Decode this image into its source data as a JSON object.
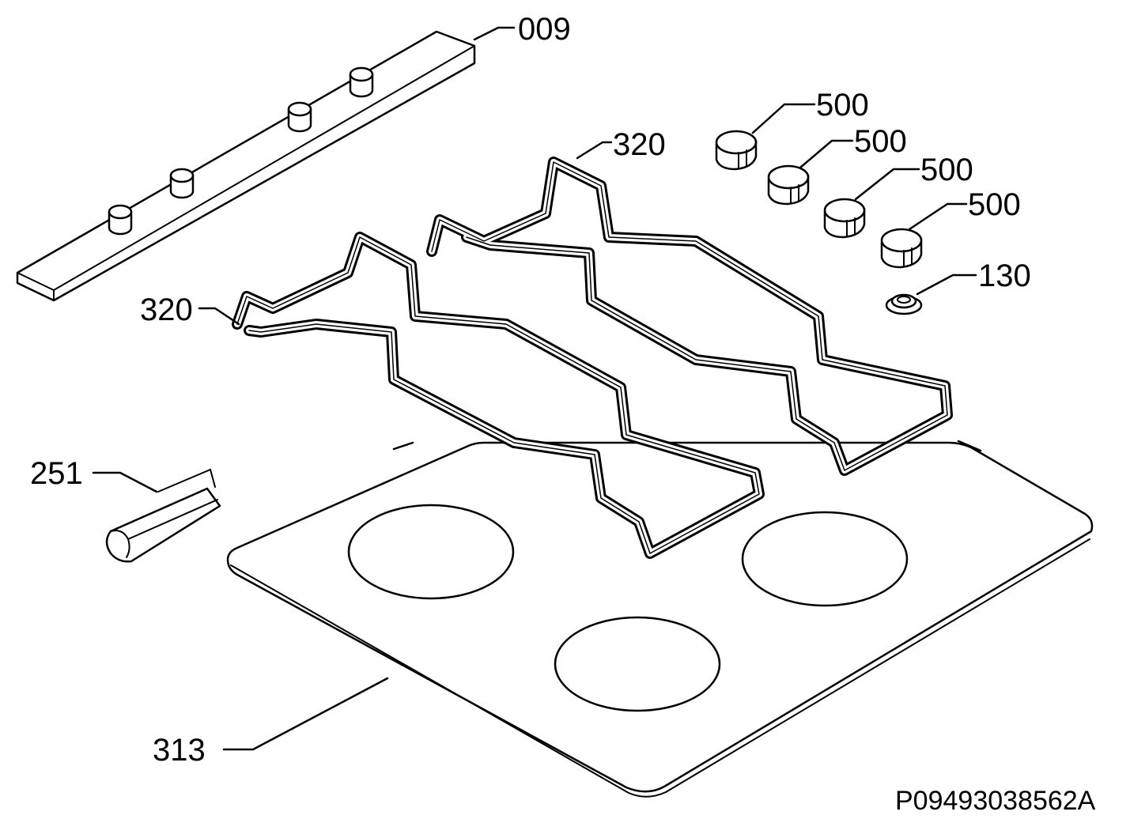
{
  "labels": {
    "strip": "009",
    "grate_right": "320",
    "grate_left": "320",
    "knob_1": "500",
    "knob_2": "500",
    "knob_3": "500",
    "knob_4": "500",
    "button": "130",
    "clip": "251",
    "hob_top": "313"
  },
  "drawing_code": "P09493038562A"
}
